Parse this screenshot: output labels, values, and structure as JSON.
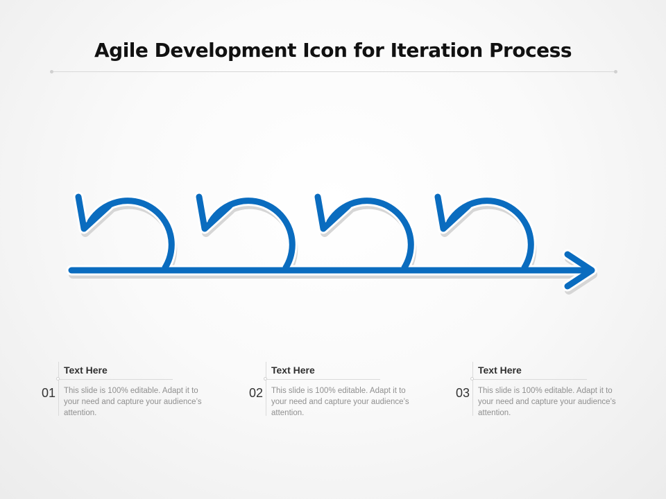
{
  "title": "Agile Development Icon for Iteration Process",
  "colors": {
    "accent": "#0A6CBF",
    "shadow": "#D6D6D6",
    "title": "#111111",
    "text_muted": "#8F8F8F"
  },
  "graphic": {
    "icon": "iteration-loops-arrow-icon",
    "loop_count": 4
  },
  "steps": [
    {
      "number": "01",
      "heading": "Text Here",
      "description": "This slide is 100% editable.  Adapt it to your need and capture your audience’s attention."
    },
    {
      "number": "02",
      "heading": "Text Here",
      "description": "This slide is 100% editable.  Adapt it to your need and capture your audience’s attention."
    },
    {
      "number": "03",
      "heading": "Text Here",
      "description": "This slide is 100% editable.  Adapt it to your need and capture your audience’s attention."
    }
  ]
}
